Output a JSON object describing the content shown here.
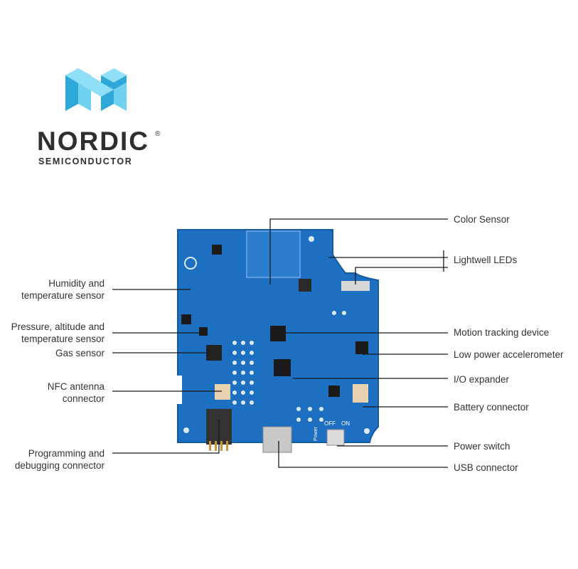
{
  "brand": {
    "name": "NORDIC",
    "registered": "®",
    "subtitle": "SEMICONDUCTOR"
  },
  "colors": {
    "logo_dark": "#2fa8d9",
    "logo_light": "#6fd3f0",
    "board": "#1d6fc2",
    "board_dark": "#155aa3",
    "line": "#1a1a1a"
  },
  "labels_left": [
    {
      "id": "humidity",
      "lines": [
        "Humidity and",
        "temperature sensor"
      ]
    },
    {
      "id": "pressure",
      "lines": [
        "Pressure, altitude and",
        "temperature sensor"
      ]
    },
    {
      "id": "gas",
      "lines": [
        "Gas sensor"
      ]
    },
    {
      "id": "nfc",
      "lines": [
        "NFC antenna",
        "connector"
      ]
    },
    {
      "id": "programming",
      "lines": [
        "Programming and",
        "debugging connector"
      ]
    }
  ],
  "labels_right": [
    {
      "id": "color",
      "text": "Color Sensor"
    },
    {
      "id": "lightwell",
      "text": "Lightwell LEDs"
    },
    {
      "id": "motion",
      "text": "Motion tracking device"
    },
    {
      "id": "accel",
      "text": "Low power accelerometer"
    },
    {
      "id": "io",
      "text": "I/O expander"
    },
    {
      "id": "battery",
      "text": "Battery connector"
    },
    {
      "id": "power",
      "text": "Power switch"
    },
    {
      "id": "usb",
      "text": "USB connector"
    }
  ],
  "board_print": {
    "power": "Power",
    "off": "OFF",
    "on": "ON"
  }
}
